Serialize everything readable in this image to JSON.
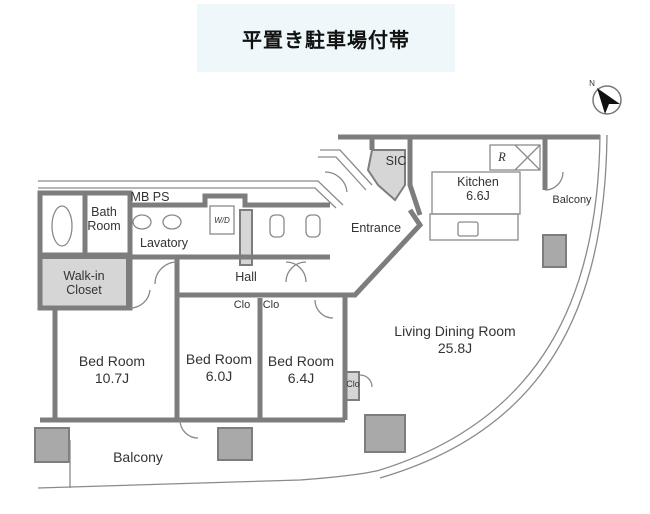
{
  "banner": {
    "title": "平置き駐車場付帯"
  },
  "compass": {
    "label": "N"
  },
  "rooms": {
    "mb_ps": "MB PS",
    "bath_1": "Bath",
    "bath_2": "Room",
    "lavatory": "Lavatory",
    "wd": "W/D",
    "walkin_1": "Walk-in",
    "walkin_2": "Closet",
    "hall": "Hall",
    "entrance": "Entrance",
    "sic": "SIC",
    "kitchen": "Kitchen",
    "kitchen_size": "6.6J",
    "fridge": "R",
    "balcony_right": "Balcony",
    "clo_1": "Clo",
    "clo_2": "Clo",
    "clo_3": "Clo",
    "living": "Living Dining Room",
    "living_size": "25.8J",
    "bed1": "Bed Room",
    "bed1_size": "10.7J",
    "bed2": "Bed Room",
    "bed2_size": "6.0J",
    "bed3": "Bed Room",
    "bed3_size": "6.4J",
    "balcony_bottom": "Balcony"
  }
}
